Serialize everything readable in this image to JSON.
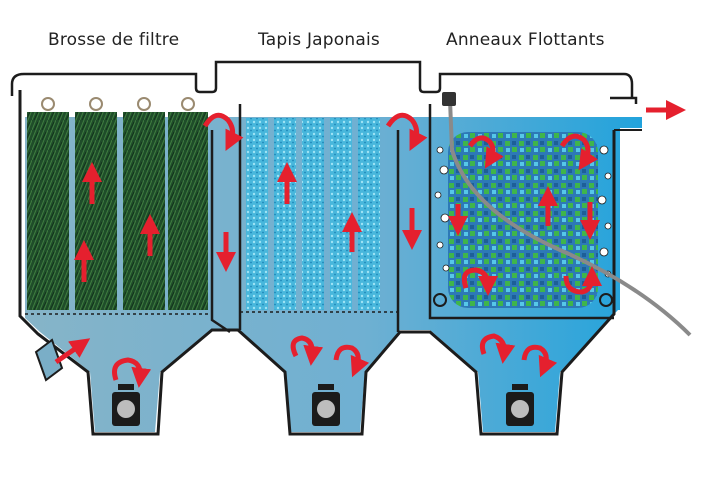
{
  "labels": {
    "chamber1": "Brosse de filtre",
    "chamber2": "Tapis Japonais",
    "chamber3": "Anneaux Flottants"
  },
  "colors": {
    "water_left": "#7aaec7",
    "water_right": "#2aa6dc",
    "arrow": "#e5202e",
    "outline": "#1c1c1c",
    "brush": "#1f4d2a",
    "mat": "#4ab8de",
    "media_blue": "#2f7fc0",
    "media_green": "#39b24a",
    "pipe": "#8a8a8a"
  },
  "icons": [
    "flow-arrow-icon",
    "circulation-icon",
    "pump-icon",
    "outlet-arrow-icon",
    "air-diffuser-icon"
  ]
}
